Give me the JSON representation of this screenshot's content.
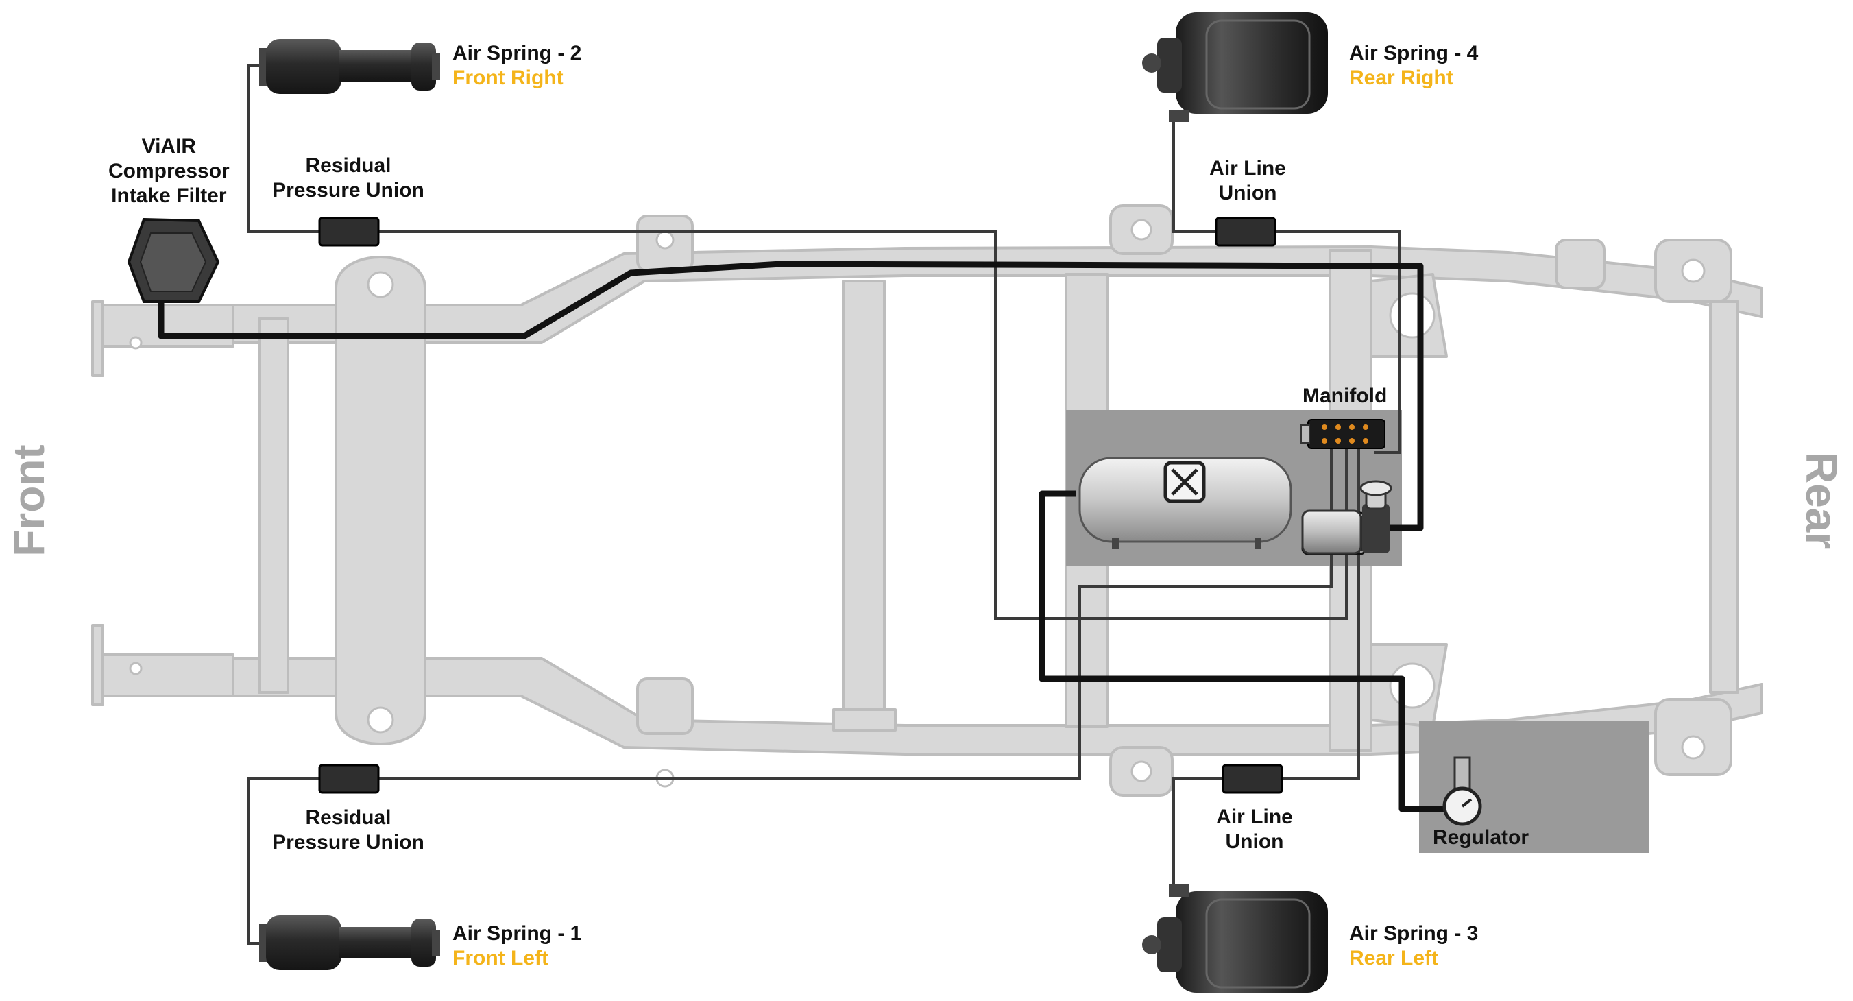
{
  "sides": {
    "front": "Front",
    "rear": "Rear"
  },
  "labels": {
    "intake_filter": [
      "ViAIR",
      "Compressor",
      "Intake Filter"
    ],
    "residual_union_top": [
      "Residual",
      "Pressure Union"
    ],
    "residual_union_bottom": [
      "Residual",
      "Pressure Union"
    ],
    "air_line_union_top": [
      "Air Line",
      "Union"
    ],
    "air_line_union_bottom": [
      "Air Line",
      "Union"
    ],
    "manifold": "Manifold",
    "regulator": "Regulator",
    "spring_2": {
      "name": "Air Spring - 2",
      "position": "Front Right"
    },
    "spring_4": {
      "name": "Air Spring - 4",
      "position": "Rear Right"
    },
    "spring_1": {
      "name": "Air Spring - 1",
      "position": "Front Left"
    },
    "spring_3": {
      "name": "Air Spring - 3",
      "position": "Rear Left"
    }
  },
  "colors": {
    "frame": "#d8d8d8",
    "frame_stroke": "#bdbdbd",
    "air_line": "#111111",
    "thin_line": "#3a3a3a",
    "panel": "#9a9a9a",
    "accent": "#f4b41a",
    "side_text": "#a7a7a7"
  }
}
